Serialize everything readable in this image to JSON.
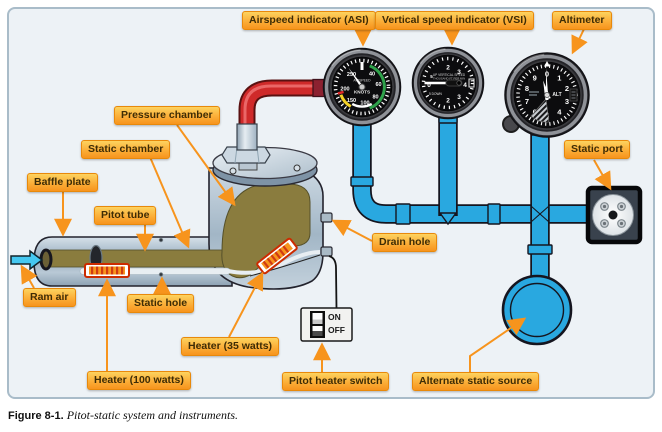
{
  "callouts": {
    "asi": "Airspeed indicator (ASI)",
    "vsi": "Vertical speed indicator (VSI)",
    "altimeter": "Altimeter",
    "pressure_chamber": "Pressure chamber",
    "static_chamber": "Static chamber",
    "baffle_plate": "Baffle plate",
    "pitot_tube": "Pitot tube",
    "ram_air": "Ram air",
    "static_hole": "Static hole",
    "drain_hole": "Drain hole",
    "heater_35": "Heater (35 watts)",
    "heater_100": "Heater (100 watts)",
    "pitot_heater_switch": "Pitot heater switch",
    "alternate_static_source": "Alternate static source",
    "static_port": "Static port"
  },
  "instruments": {
    "asi": {
      "title": "AIRSPEED",
      "unit": "KNOTS",
      "scale": [
        "40",
        "60",
        "80",
        "100",
        "150",
        "200",
        "250"
      ]
    },
    "vsi": {
      "line1": "UP VERTICAL SPEED",
      "line2": "THOUSAND FT PER MIN",
      "zero": "0",
      "half": "5",
      "down": "5 DOWN",
      "up_scale": [
        "2",
        "3",
        "4"
      ],
      "down_scale": [
        "3",
        "2"
      ]
    },
    "alt": {
      "label": "ALT",
      "scale": [
        "0",
        "1",
        "2",
        "3",
        "4",
        "5",
        "6",
        "7",
        "8",
        "9"
      ]
    }
  },
  "switch": {
    "on": "ON",
    "off": "OFF"
  },
  "caption": {
    "figure": "Figure 8-1.",
    "text": "Pitot-static system and instruments."
  },
  "colors": {
    "callout_orange": "#F9A825",
    "arrow_orange": "#F7941D",
    "tube_blue": "#29A8E0",
    "pitot_line_red": "#CF2A2A",
    "chamber_olive": "#8A7C3E",
    "panel_bg": "#EDF2F6"
  }
}
